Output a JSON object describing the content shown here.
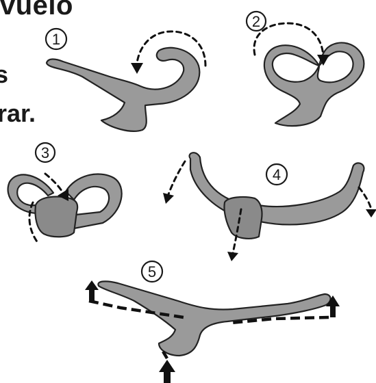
{
  "title": "vuelo",
  "side_text": {
    "line1": "s",
    "line2": "rar."
  },
  "steps": [
    {
      "number": "1"
    },
    {
      "number": "2"
    },
    {
      "number": "3"
    },
    {
      "number": "4"
    },
    {
      "number": "5"
    }
  ],
  "colors": {
    "shape_fill": "#9a9a9a",
    "outline": "#222222",
    "background": "#ffffff"
  }
}
